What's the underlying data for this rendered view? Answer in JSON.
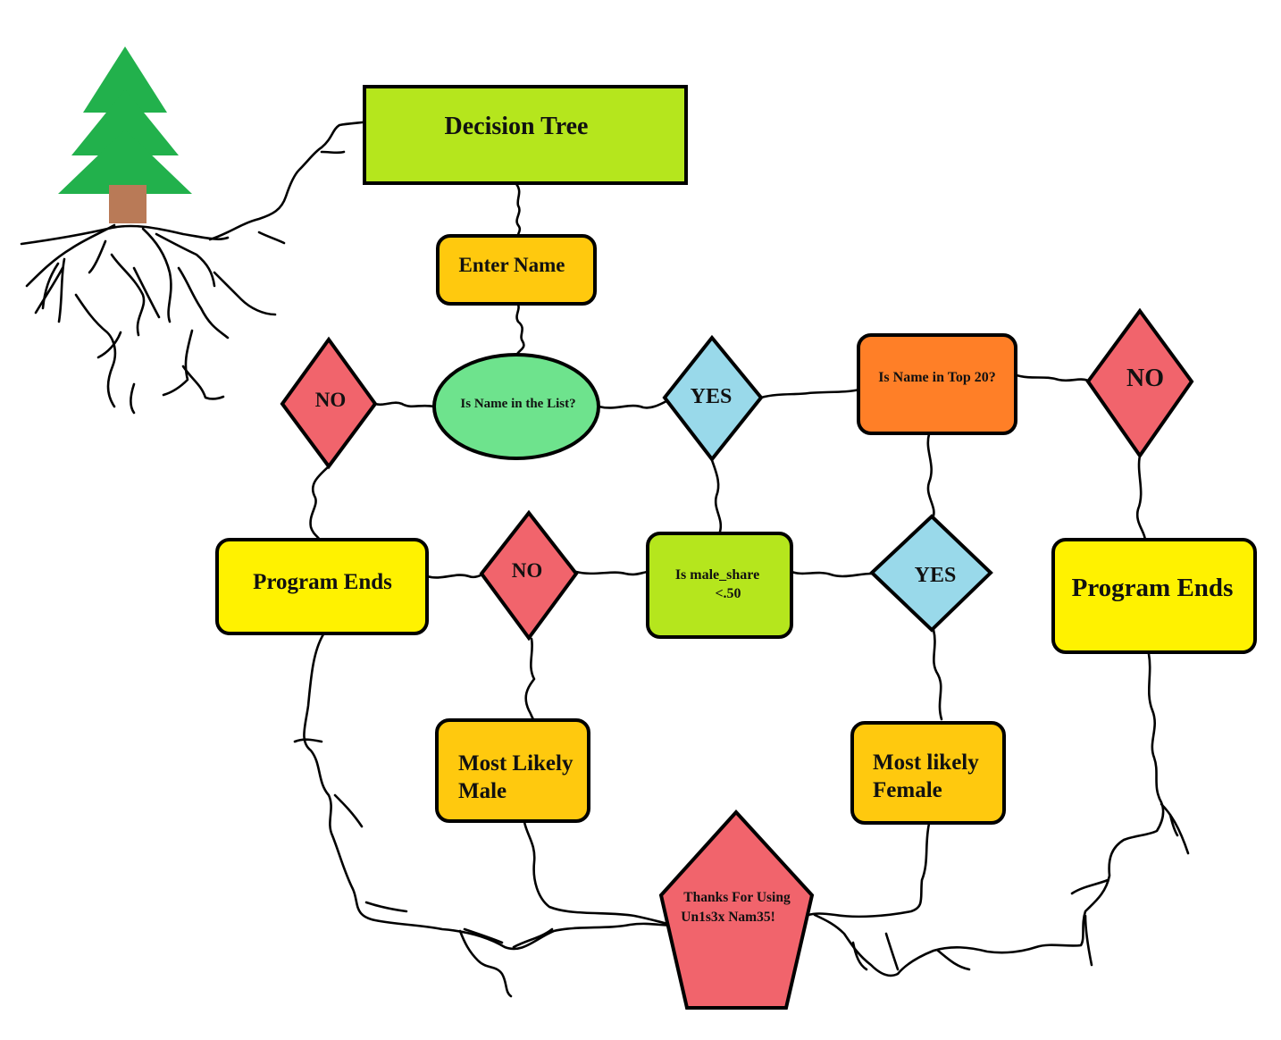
{
  "title": "Decision Tree",
  "nodes": {
    "enter_name": "Enter Name",
    "in_list": "Is Name in the List?",
    "no_left": "NO",
    "yes_top": "YES",
    "top20": "Is Name in Top 20?",
    "no_right": "NO",
    "program_ends_left": "Program Ends",
    "no_mid": "NO",
    "male_share_line1": "Is male_share",
    "male_share_line2": "<.50",
    "yes_mid": "YES",
    "program_ends_right": "Program Ends",
    "likely_male_line1": "Most Likely",
    "likely_male_line2": "Male",
    "likely_female_line1": "Most likely",
    "likely_female_line2": "Female",
    "thanks_line1": "Thanks For Using",
    "thanks_line2": "Un1s3x Nam35!"
  },
  "colors": {
    "title_box": "#b5e61d",
    "orange_box": "#ffc90e",
    "ellipse": "#6ee38d",
    "no_diamond": "#f1646c",
    "yes_diamond": "#99d9ea",
    "top20_box": "#ff7f27",
    "yellow_box": "#fff200",
    "tree_foliage": "#22b14c",
    "tree_trunk": "#b97a57"
  }
}
